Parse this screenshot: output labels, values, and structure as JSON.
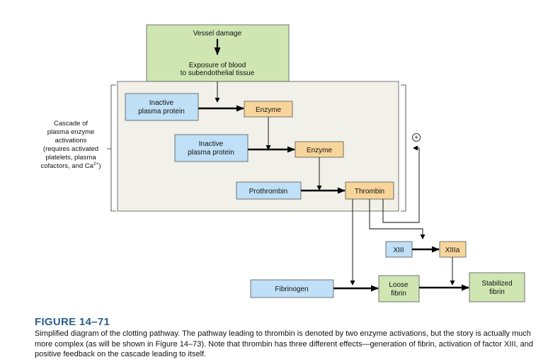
{
  "diagram": {
    "vessel_damage": "Vessel damage",
    "exposure_line1": "Exposure of blood",
    "exposure_line2": "to subendothelial tissue",
    "inactive1_line1": "Inactive",
    "inactive1_line2": "plasma protein",
    "enzyme1": "Enzyme",
    "inactive2_line1": "Inactive",
    "inactive2_line2": "plasma protein",
    "enzyme2": "Enzyme",
    "prothrombin": "Prothrombin",
    "thrombin": "Thrombin",
    "xiii": "XIII",
    "xiiia": "XIIIa",
    "fibrinogen": "Fibrinogen",
    "loose_line1": "Loose",
    "loose_line2": "fibrin",
    "stabilized_line1": "Stabilized",
    "stabilized_line2": "fibrin",
    "plus_symbol": "+",
    "cascade_label": {
      "line1": "Cascade of",
      "line2": "plasma enzyme",
      "line3": "activations",
      "line4": "(requires activated",
      "line5": "platelets, plasma",
      "line6_prefix": "cofactors, and Ca",
      "line6_sup": "2+",
      "line6_suffix": ")"
    }
  },
  "figure": {
    "title": "FIGURE 14–71",
    "caption": "Simplified diagram of the clotting pathway. The pathway leading to thrombin is denoted by two enzyme activations, but the story is actually much more complex (as will be shown in Figure 14–73). Note that thrombin has three different effects—generation of fibrin, activation of factor XIII, and positive feedback on the cascade leading to itself."
  },
  "colors": {
    "green_box": "#cfe6b3",
    "blue_box": "#bfe0f6",
    "orange_box": "#f7d59b",
    "cascade_panel": "#f1f1ea",
    "title": "#2b5f8a"
  }
}
